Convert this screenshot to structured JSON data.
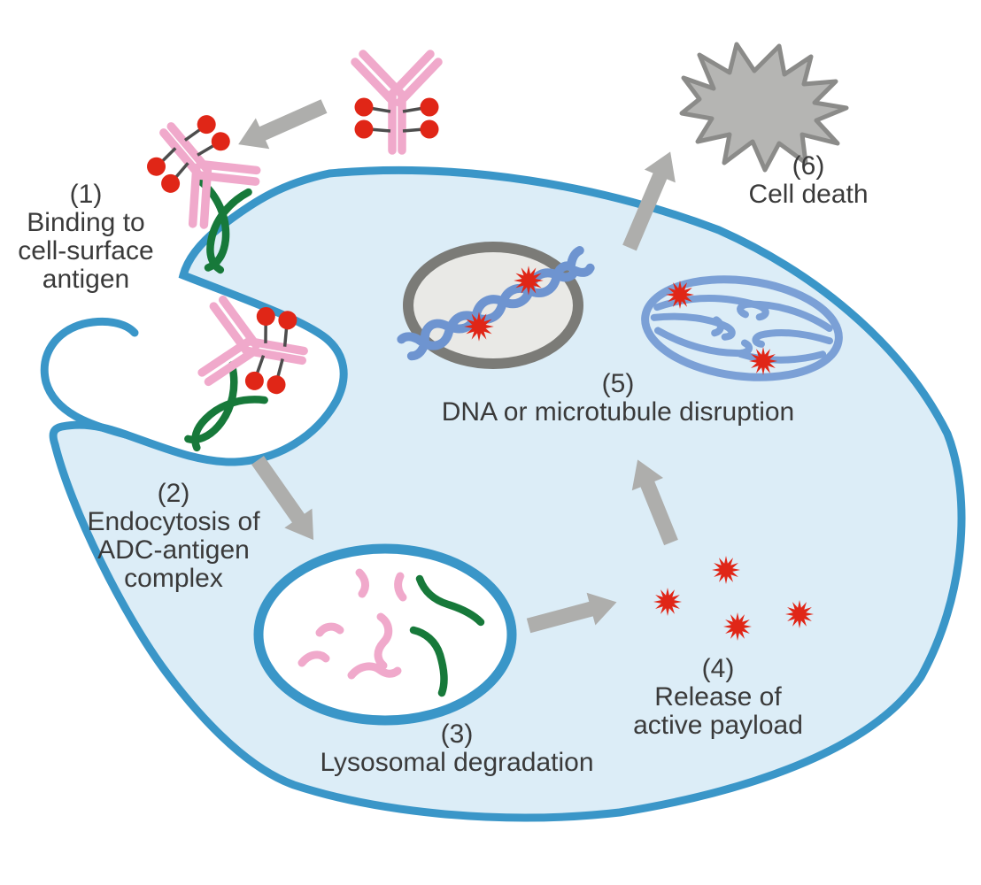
{
  "diagram": {
    "subject": "antibody-drug conjugate (ADC) mechanism of action in a tumor cell",
    "steps": [
      {
        "number": "(1)",
        "lines": [
          "Binding to",
          "cell-surface",
          "antigen"
        ]
      },
      {
        "number": "(2)",
        "lines": [
          "Endocytosis of",
          "ADC-antigen",
          "complex"
        ]
      },
      {
        "number": "(3)",
        "lines": [
          "Lysosomal degradation"
        ]
      },
      {
        "number": "(4)",
        "lines": [
          "Release of",
          "active payload"
        ]
      },
      {
        "number": "(5)",
        "lines": [
          "DNA or microtubule disruption"
        ]
      },
      {
        "number": "(6)",
        "lines": [
          "Cell death"
        ]
      }
    ],
    "glyphs": {
      "adc": "Y-shaped pink antibody with four red drug payloads on linkers",
      "antigen": "green forked cell-surface receptor",
      "endocytic_pit": "curled membrane invagination",
      "lysosome": "white vesicle containing degraded pink and green fragments",
      "nucleus": "gray-rimmed nucleus with blue DNA double helix",
      "microtubule_spindle": "blue mitotic spindle with broken fibers",
      "payload_burst": "red 12-point starburst (free cytotoxic payload)",
      "dead_cell": "gray spiky collapsed cell",
      "arrow": "thick gray process arrow"
    }
  },
  "colors": {
    "background": "#ffffff",
    "cell_fill": "#dcedf7",
    "membrane": "#3a96c8",
    "antibody_pink": "#f0a9cb",
    "antigen_green": "#17793a",
    "payload_red": "#e02617",
    "linker_gray": "#4d4d4d",
    "arrow_gray": "#aeaeac",
    "nucleus_fill": "#e9e9e6",
    "nucleus_stroke": "#7b7b77",
    "dna_blue": "#6e94d0",
    "spindle_blue": "#7ba0d6",
    "death_fill": "#b5b5b3",
    "death_stroke": "#8b8b89",
    "text_color": "#3a3a3a"
  }
}
